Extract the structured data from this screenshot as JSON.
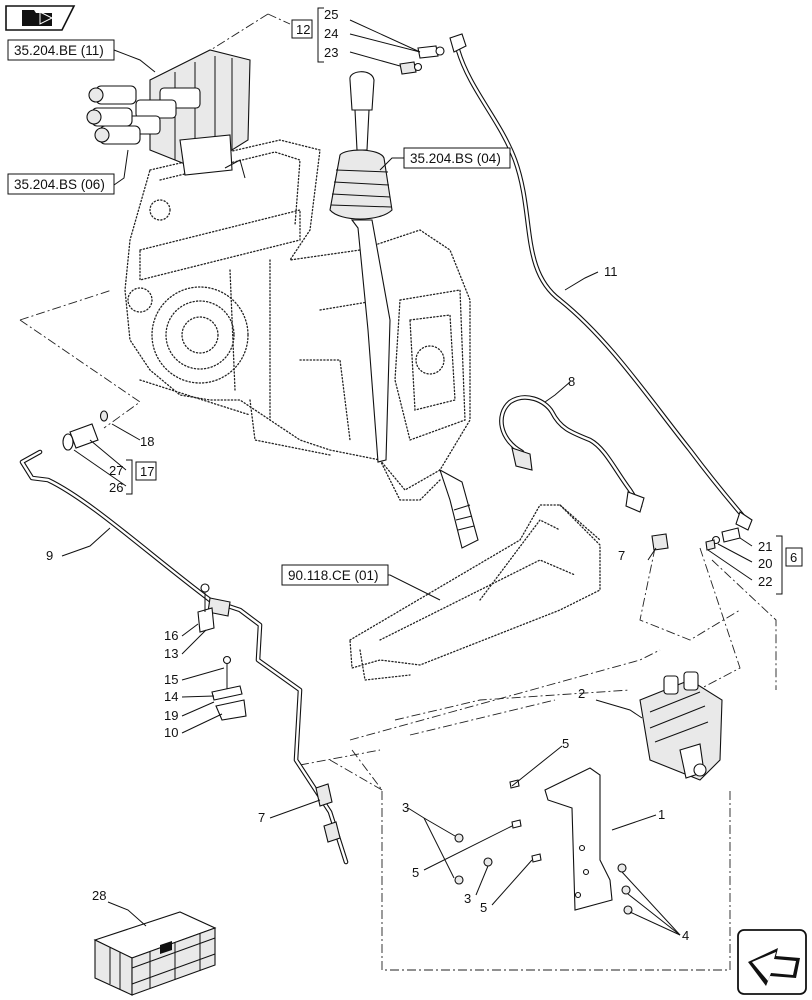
{
  "references": {
    "ref_be11": "35.204.BE (11)",
    "ref_bs06": "35.204.BS (06)",
    "ref_bs04": "35.204.BS (04)",
    "ref_ce01": "90.118.CE (01)"
  },
  "groups": {
    "g12": "12",
    "g17": "17",
    "g6": "6"
  },
  "callouts": {
    "c1": "1",
    "c2": "2",
    "c3a": "3",
    "c3b": "3",
    "c4": "4",
    "c5a": "5",
    "c5b": "5",
    "c5c": "5",
    "c7a": "7",
    "c7b": "7",
    "c8": "8",
    "c9": "9",
    "c10": "10",
    "c11": "11",
    "c13": "13",
    "c14": "14",
    "c15": "15",
    "c16": "16",
    "c18": "18",
    "c19": "19",
    "c20": "20",
    "c21": "21",
    "c22": "22",
    "c23": "23",
    "c24": "24",
    "c25": "25",
    "c26": "26",
    "c27": "27",
    "c28": "28"
  },
  "icons": {
    "top_left": "folder-arrow-icon",
    "bottom_right": "next-page-arrow-icon",
    "crate": "parts-kit-crate-icon"
  }
}
